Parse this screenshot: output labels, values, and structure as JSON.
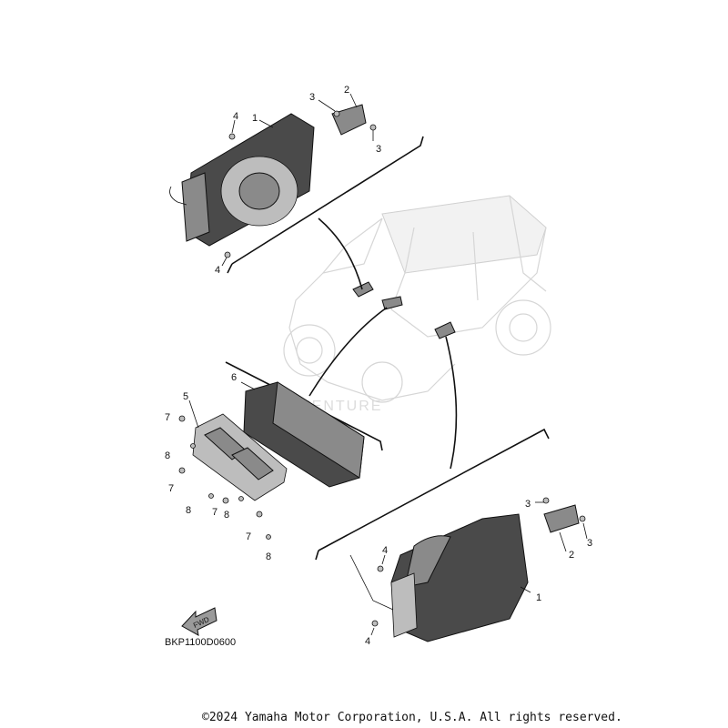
{
  "diagram": {
    "callouts": {
      "top_speaker": [
        "1",
        "2",
        "3",
        "3",
        "4",
        "4"
      ],
      "amplifier": [
        "5",
        "6",
        "7",
        "7",
        "7",
        "7",
        "8",
        "8",
        "8",
        "8"
      ],
      "bottom_speaker": [
        "1",
        "2",
        "3",
        "3",
        "4",
        "4"
      ]
    },
    "fwd_label": "FWD",
    "watermark_fragment": "VENTURE",
    "diagram_code": "BKP1100D0600"
  },
  "footer": {
    "copyright": "©2024 Yamaha Motor Corporation, U.S.A. All rights reserved."
  }
}
